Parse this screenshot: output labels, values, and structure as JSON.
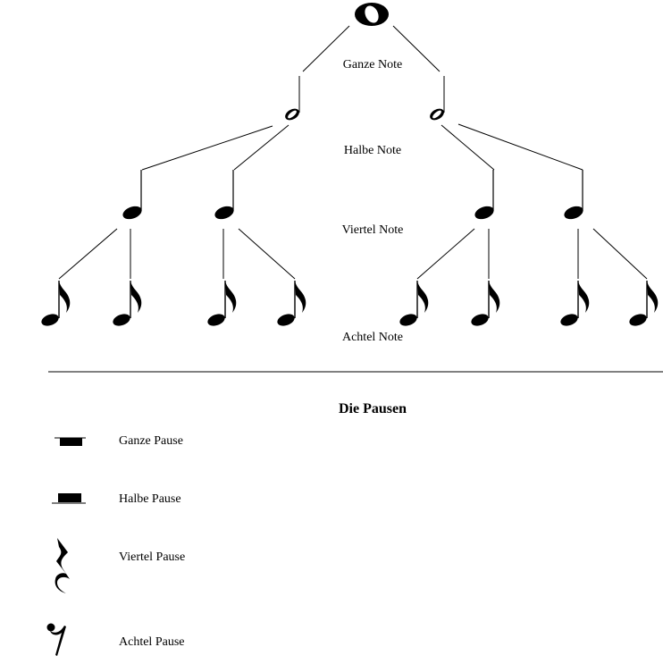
{
  "tree": {
    "level_labels": {
      "whole": "Ganze Note",
      "half": "Halbe Note",
      "quarter": "Viertel Note",
      "eighth": "Achtel Note"
    }
  },
  "rests": {
    "title": "Die Pausen",
    "items": [
      {
        "label": "Ganze Pause",
        "icon": "whole-rest"
      },
      {
        "label": "Halbe Pause",
        "icon": "half-rest"
      },
      {
        "label": "Viertel Pause",
        "icon": "quarter-rest"
      },
      {
        "label": "Achtel Pause",
        "icon": "eighth-rest"
      }
    ]
  }
}
